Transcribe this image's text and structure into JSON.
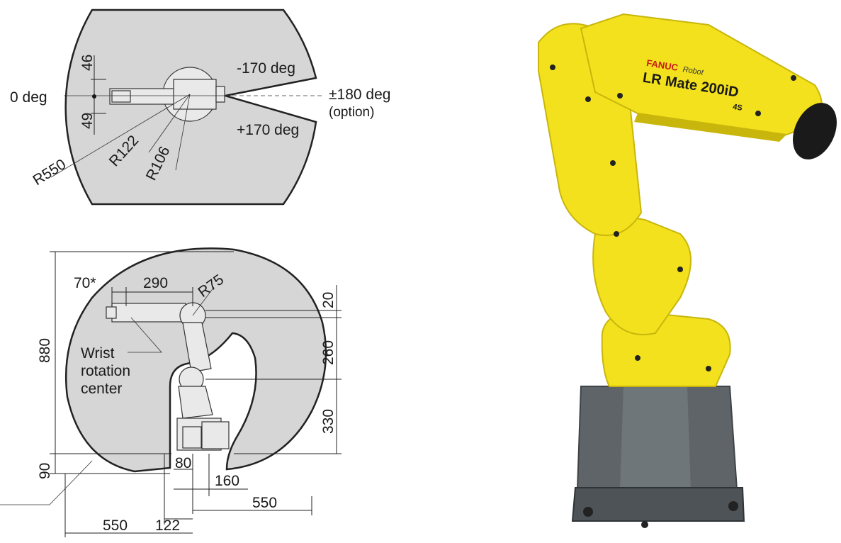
{
  "top_view": {
    "left_angle_label": "0 deg",
    "upper_angle_label": "-170 deg",
    "lower_angle_label": "+170 deg",
    "option_angle_label": "±180 deg",
    "option_note": "(option)",
    "dim_46": "46",
    "dim_49": "49",
    "radius_outer": "R550",
    "radius_mid": "R122",
    "radius_inner": "R106"
  },
  "side_view": {
    "dim_70": "70*",
    "dim_290": "290",
    "radius_75": "R75",
    "dim_880": "880",
    "dim_20": "20",
    "dim_260": "260",
    "dim_330": "330",
    "dim_90": "90",
    "dim_80": "80",
    "dim_160": "160",
    "dim_550_right": "550",
    "dim_550_left": "550",
    "dim_122": "122",
    "wrist_line1": "Wrist",
    "wrist_line2": "rotation",
    "wrist_line3": "center"
  },
  "robot_photo": {
    "brand": "FANUC",
    "sub_brand": "Robot",
    "model": "LR Mate 200iD",
    "variant": "4S"
  },
  "colors": {
    "robot_yellow": "#f2e11c",
    "robot_yellow_shade": "#c9b60c",
    "base_gray": "#5e6468",
    "work_area_fill": "#d6d6d6"
  }
}
